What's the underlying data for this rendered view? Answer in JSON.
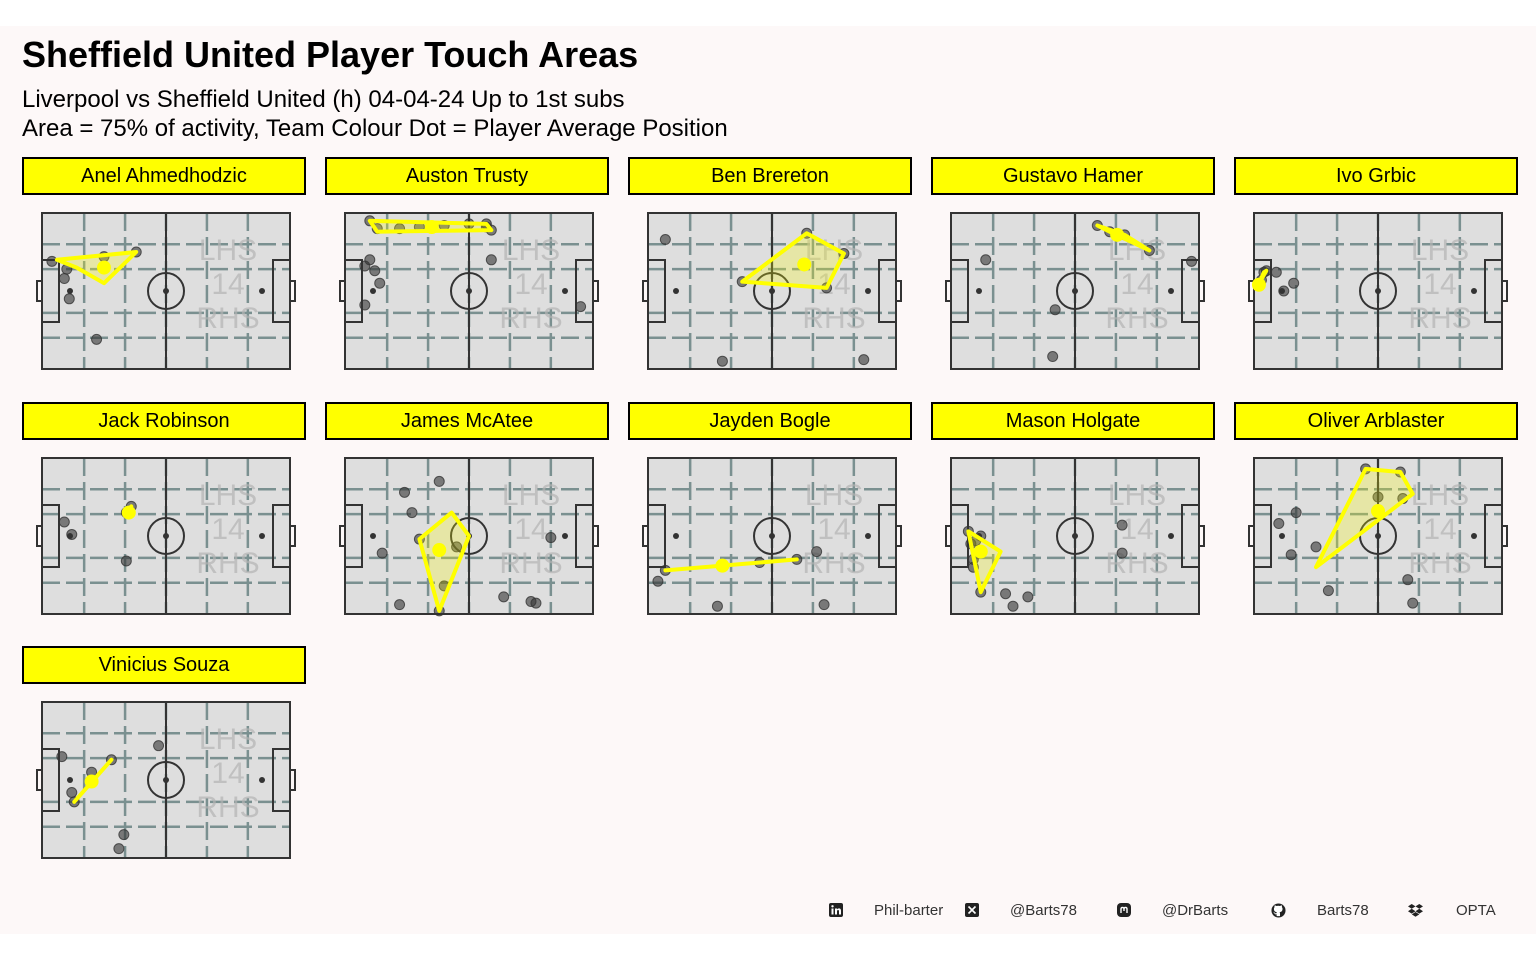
{
  "title": "Sheffield United Player Touch Areas",
  "subtitle_line1": "Liverpool vs Sheffield United (h) 04-04-24 Up to 1st subs",
  "subtitle_line2": "Area = 75% of activity, Team Colour Dot = Player Average Position",
  "colors": {
    "background": "#fdf8f8",
    "strip_fill": "#ffff00",
    "pitch_fill": "#dedede",
    "pitch_lines": "#333333",
    "grid_dash": "#7a9090",
    "touch_dot": "#333333",
    "hull": "#ffff00",
    "watermark": "#b4b4b4"
  },
  "watermark": [
    "LHS",
    "14",
    "RHS"
  ],
  "footer": [
    {
      "icon": "linkedin-icon",
      "text": "Phil-barter"
    },
    {
      "icon": "x-twitter-icon",
      "text": "@Barts78"
    },
    {
      "icon": "mastodon-icon",
      "text": "@DrBarts"
    },
    {
      "icon": "github-icon",
      "text": "Barts78"
    },
    {
      "icon": "dropbox-icon",
      "text": "OPTA"
    }
  ],
  "chart_data": {
    "type": "scatter",
    "pitch": {
      "length": 100,
      "width": 100
    },
    "panels": [
      {
        "player": "Anel Ahmedhodzic",
        "touches": [
          [
            4,
            69
          ],
          [
            10,
            64
          ],
          [
            11,
            45
          ],
          [
            9,
            58
          ],
          [
            25,
            72
          ],
          [
            38,
            75
          ],
          [
            22,
            19
          ]
        ],
        "hull": [
          [
            6,
            70
          ],
          [
            38,
            75
          ],
          [
            25,
            55
          ],
          [
            14,
            65
          ]
        ],
        "avg": [
          25,
          65
        ]
      },
      {
        "player": "Auston Trusty",
        "touches": [
          [
            10,
            95
          ],
          [
            13,
            90
          ],
          [
            22,
            90
          ],
          [
            30,
            91
          ],
          [
            40,
            92
          ],
          [
            50,
            93
          ],
          [
            57,
            93
          ],
          [
            57,
            91
          ],
          [
            59,
            89
          ],
          [
            10,
            70
          ],
          [
            12,
            63
          ],
          [
            8,
            66
          ],
          [
            14,
            55
          ],
          [
            8,
            41
          ],
          [
            59,
            70
          ],
          [
            95,
            40
          ]
        ],
        "hull": [
          [
            10,
            95
          ],
          [
            57,
            93
          ],
          [
            59,
            89
          ],
          [
            13,
            88
          ]
        ],
        "avg": [
          35,
          91
        ]
      },
      {
        "player": "Ben Brereton",
        "touches": [
          [
            7,
            83
          ],
          [
            30,
            5
          ],
          [
            87,
            6
          ],
          [
            38,
            56
          ],
          [
            64,
            87
          ],
          [
            79,
            74
          ],
          [
            72,
            52
          ]
        ],
        "hull": [
          [
            38,
            56
          ],
          [
            64,
            87
          ],
          [
            79,
            74
          ],
          [
            72,
            52
          ]
        ],
        "avg": [
          63,
          67
        ]
      },
      {
        "player": "Gustavo Hamer",
        "touches": [
          [
            59,
            92
          ],
          [
            64,
            88
          ],
          [
            70,
            86
          ],
          [
            80,
            76
          ],
          [
            14,
            70
          ],
          [
            42,
            38
          ],
          [
            41,
            8
          ],
          [
            97,
            69
          ]
        ],
        "hull": [
          [
            59,
            92
          ],
          [
            64,
            88
          ],
          [
            80,
            76
          ],
          [
            70,
            86
          ]
        ],
        "avg": [
          67,
          86
        ]
      },
      {
        "player": "Ivo Grbic",
        "touches": [
          [
            5,
            63
          ],
          [
            4,
            62
          ],
          [
            2,
            55
          ],
          [
            3,
            57
          ],
          [
            12,
            50
          ],
          [
            16,
            55
          ],
          [
            9,
            62
          ]
        ],
        "hull": [
          [
            5,
            63
          ],
          [
            2,
            55
          ],
          [
            4,
            62
          ]
        ],
        "avg": [
          2,
          54
        ]
      },
      {
        "player": "Jack Robinson",
        "touches": [
          [
            9,
            59
          ],
          [
            12,
            51
          ],
          [
            36,
            69
          ],
          [
            34,
            65
          ],
          [
            34,
            34
          ]
        ],
        "hull": [
          [
            36,
            69
          ],
          [
            34,
            65
          ],
          [
            35,
            67
          ]
        ],
        "avg": [
          35,
          65
        ]
      },
      {
        "player": "James McAtee",
        "touches": [
          [
            24,
            78
          ],
          [
            38,
            85
          ],
          [
            27,
            65
          ],
          [
            15,
            39
          ],
          [
            30,
            48
          ],
          [
            45,
            43
          ],
          [
            40,
            18
          ],
          [
            38,
            2
          ],
          [
            22,
            6
          ],
          [
            64,
            11
          ],
          [
            75,
            8
          ],
          [
            77,
            7
          ],
          [
            83,
            49
          ]
        ],
        "hull": [
          [
            30,
            48
          ],
          [
            43,
            65
          ],
          [
            50,
            50
          ],
          [
            38,
            2
          ]
        ],
        "avg": [
          38,
          41
        ]
      },
      {
        "player": "Jayden Bogle",
        "touches": [
          [
            7,
            28
          ],
          [
            4,
            21
          ],
          [
            30,
            31
          ],
          [
            45,
            33
          ],
          [
            60,
            35
          ],
          [
            68,
            40
          ],
          [
            28,
            5
          ],
          [
            71,
            6
          ]
        ],
        "hull": [
          [
            7,
            28
          ],
          [
            30,
            31
          ],
          [
            60,
            35
          ]
        ],
        "avg": [
          30,
          31
        ]
      },
      {
        "player": "Mason Holgate",
        "touches": [
          [
            7,
            53
          ],
          [
            8,
            45
          ],
          [
            9,
            30
          ],
          [
            12,
            50
          ],
          [
            9,
            35
          ],
          [
            10,
            47
          ],
          [
            22,
            13
          ],
          [
            25,
            5
          ],
          [
            31,
            11
          ],
          [
            69,
            57
          ],
          [
            69,
            39
          ],
          [
            12,
            14
          ]
        ],
        "hull": [
          [
            7,
            53
          ],
          [
            20,
            40
          ],
          [
            12,
            14
          ]
        ],
        "avg": [
          12,
          40
        ]
      },
      {
        "player": "Oliver Arblaster",
        "touches": [
          [
            45,
            93
          ],
          [
            59,
            91
          ],
          [
            60,
            74
          ],
          [
            50,
            75
          ],
          [
            25,
            43
          ],
          [
            15,
            38
          ],
          [
            10,
            58
          ],
          [
            17,
            65
          ],
          [
            30,
            15
          ],
          [
            62,
            22
          ],
          [
            64,
            7
          ]
        ],
        "hull": [
          [
            25,
            30
          ],
          [
            45,
            93
          ],
          [
            59,
            91
          ],
          [
            64,
            77
          ]
        ],
        "avg": [
          50,
          66
        ]
      },
      {
        "player": "Vinicius Souza",
        "touches": [
          [
            8,
            65
          ],
          [
            28,
            63
          ],
          [
            20,
            55
          ],
          [
            13,
            36
          ],
          [
            12,
            42
          ],
          [
            47,
            72
          ],
          [
            33,
            15
          ],
          [
            31,
            6
          ]
        ],
        "hull": [
          [
            28,
            63
          ],
          [
            13,
            36
          ]
        ],
        "avg": [
          20,
          49
        ]
      }
    ]
  }
}
